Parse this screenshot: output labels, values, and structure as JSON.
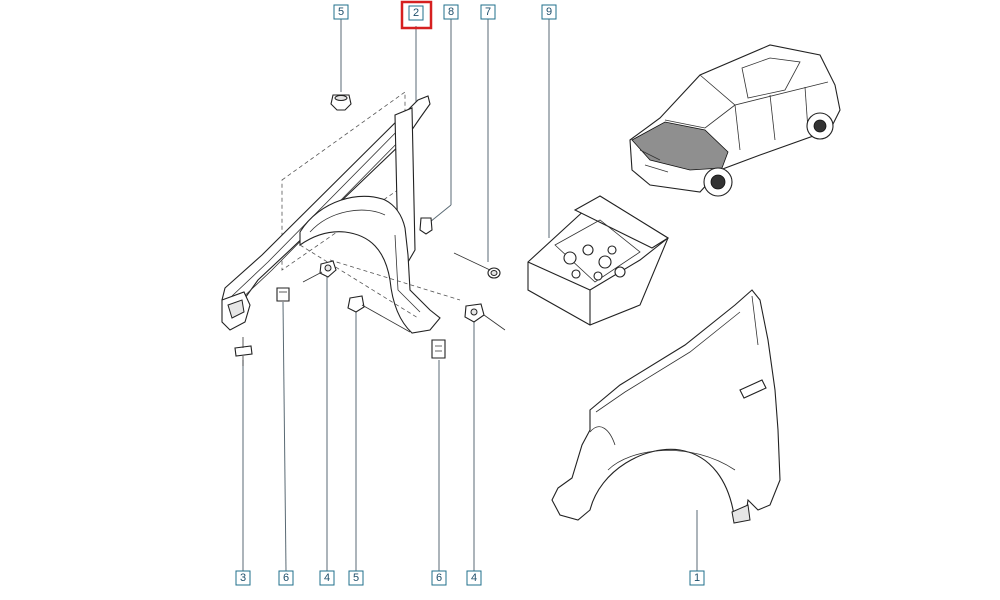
{
  "callouts": {
    "top_5": "5",
    "top_2": "2",
    "top_8": "8",
    "top_7": "7",
    "top_9": "9",
    "bottom_3": "3",
    "bottom_6a": "6",
    "bottom_4a": "4",
    "bottom_5": "5",
    "bottom_6b": "6",
    "bottom_4b": "4",
    "bottom_1": "1"
  },
  "highlight": {
    "part": "2",
    "color": "#d62020"
  },
  "colors": {
    "callout_border": "#1f6f8b",
    "line": "#222222"
  }
}
